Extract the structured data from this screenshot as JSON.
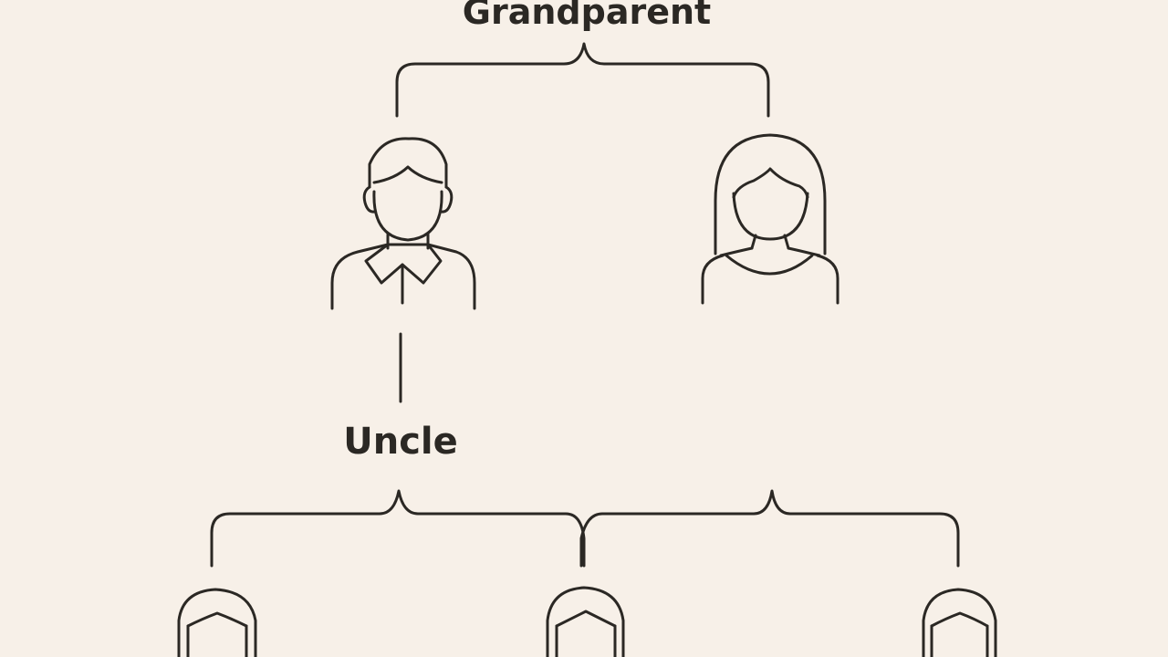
{
  "diagram": {
    "top_label": "Grandparent",
    "middle_label": "Uncle",
    "nodes": [
      {
        "id": "man",
        "icon": "male-person-icon"
      },
      {
        "id": "woman",
        "icon": "female-person-icon"
      },
      {
        "id": "child-left",
        "icon": "child-person-icon"
      },
      {
        "id": "child-middle",
        "icon": "child-person-icon"
      },
      {
        "id": "child-right",
        "icon": "child-person-icon"
      }
    ],
    "colors": {
      "background": "#f7f0e8",
      "line": "#2b2824"
    }
  }
}
